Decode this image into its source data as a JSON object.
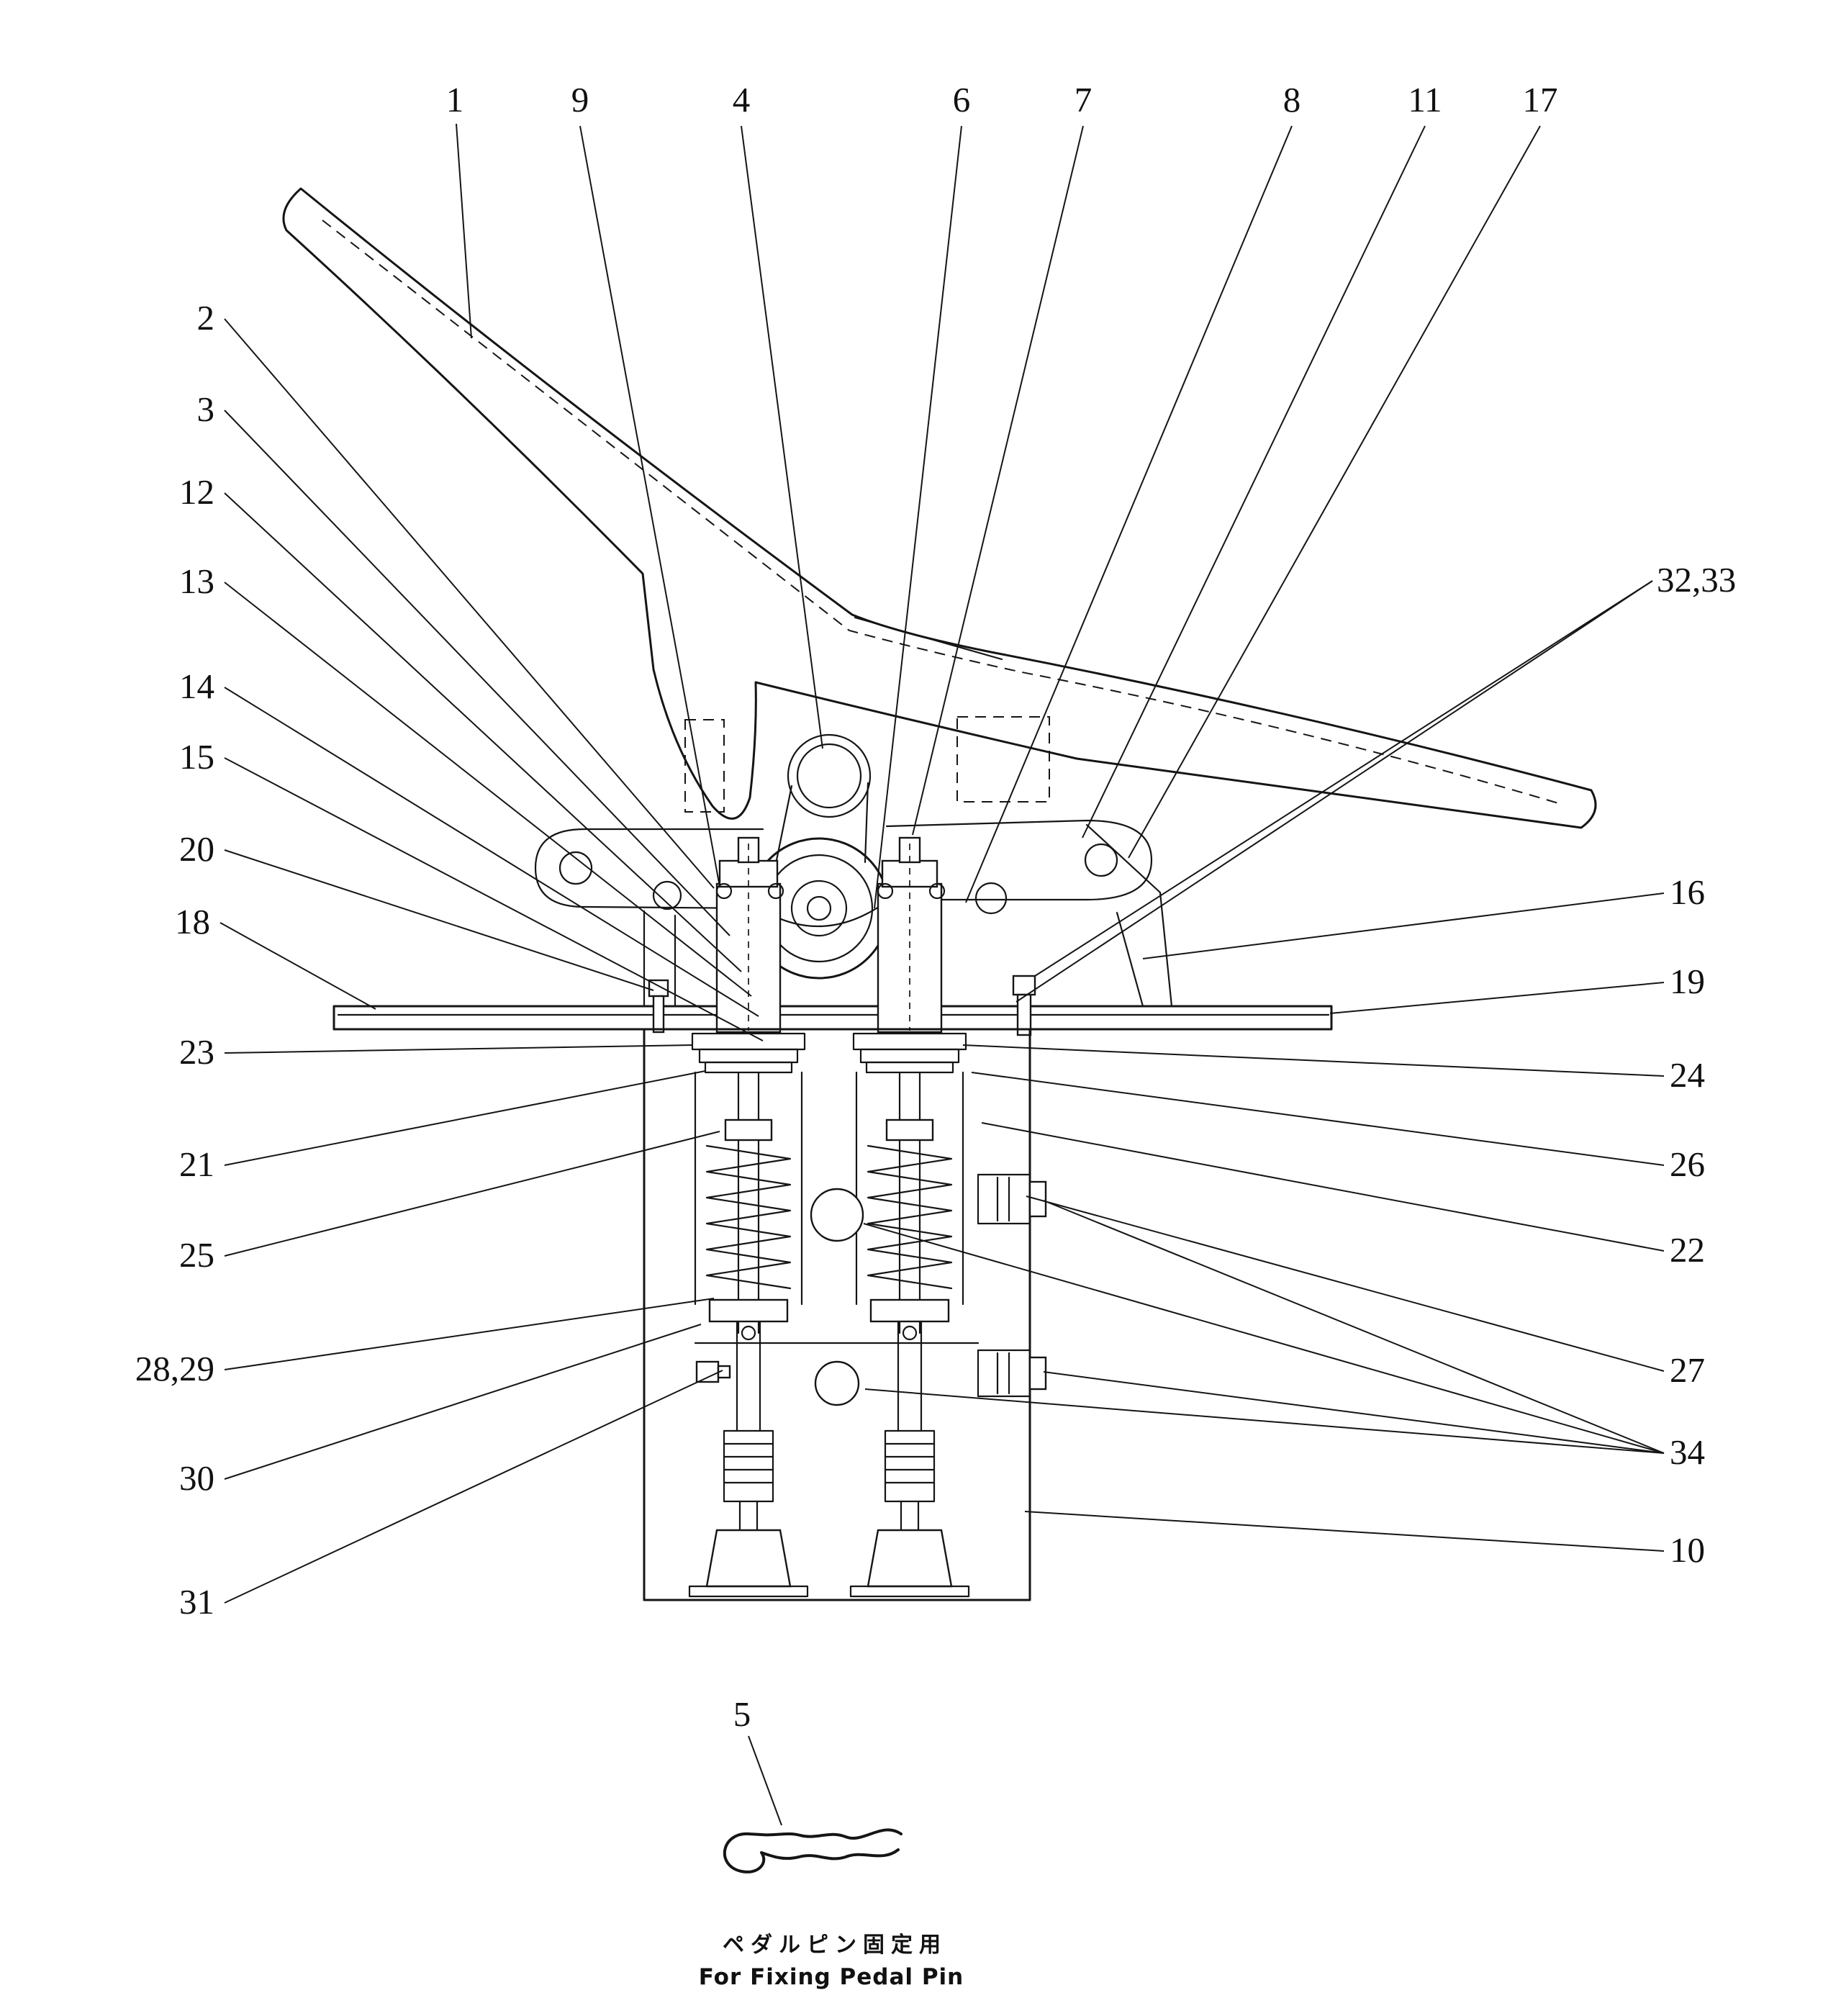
{
  "figure": {
    "caption_jp": "ペダルピン固定用",
    "caption_en": "For Fixing Pedal Pin"
  },
  "callouts": {
    "c1": "1",
    "c2": "2",
    "c3": "3",
    "c4": "4",
    "c5": "5",
    "c6": "6",
    "c7": "7",
    "c8": "8",
    "c9": "9",
    "c10": "10",
    "c11": "11",
    "c12": "12",
    "c13": "13",
    "c14": "14",
    "c15": "15",
    "c16": "16",
    "c17": "17",
    "c18": "18",
    "c19": "19",
    "c20": "20",
    "c21": "21",
    "c22": "22",
    "c23": "23",
    "c24": "24",
    "c25": "25",
    "c26": "26",
    "c27": "27",
    "c28_29": "28,29",
    "c30": "30",
    "c31": "31",
    "c32_33": "32,33",
    "c34": "34"
  }
}
